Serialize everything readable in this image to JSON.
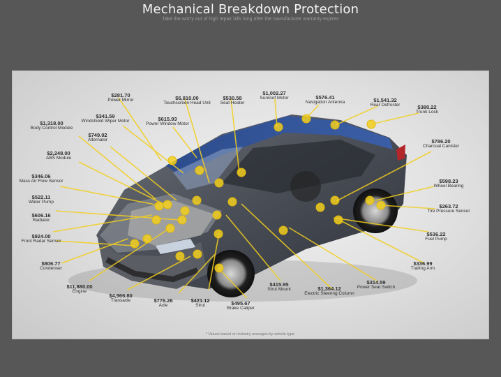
{
  "header": {
    "title": "Mechanical Breakdown Protection",
    "subtitle": "Take the worry out of high repair bills long after the manufacturer warranty expires"
  },
  "colors": {
    "background": "#575757",
    "accent_yellow": "#f2cf1f",
    "label_text": "#2e2e2e"
  },
  "parts": [
    {
      "price": "$281.70",
      "name": "Power Mirror"
    },
    {
      "price": "$6,810.00",
      "name": "Touchscreen Head Unit"
    },
    {
      "price": "$530.58",
      "name": "Seat Heater"
    },
    {
      "price": "$1,002.27",
      "name": "Sunroof Motor"
    },
    {
      "price": "$576.41",
      "name": "Navigation Antenna"
    },
    {
      "price": "$1,541.32",
      "name": "Rear Defroster"
    },
    {
      "price": "$380.22",
      "name": "Trunk Lock"
    },
    {
      "price": "$341.59",
      "name": "Windshield Wiper Motor"
    },
    {
      "price": "$615.93",
      "name": "Power Window Motor"
    },
    {
      "price": "$1,318.00",
      "name": "Body Control Module"
    },
    {
      "price": "$749.02",
      "name": "Alternator"
    },
    {
      "price": "$2,248.00",
      "name": "ABS Module"
    },
    {
      "price": "$346.06",
      "name": "Mass Air Flow Sensor"
    },
    {
      "price": "$522.11",
      "name": "Water Pump"
    },
    {
      "price": "$606.16",
      "name": "Radiator"
    },
    {
      "price": "$924.00",
      "name": "Front Radar Sensor"
    },
    {
      "price": "$806.77",
      "name": "Condenser"
    },
    {
      "price": "$11,880.00",
      "name": "Engine"
    },
    {
      "price": "$4,966.80",
      "name": "Transaxle"
    },
    {
      "price": "$776.26",
      "name": "Axle"
    },
    {
      "price": "$421.12",
      "name": "Strut"
    },
    {
      "price": "$495.67",
      "name": "Brake Caliper"
    },
    {
      "price": "$415.95",
      "name": "Strut Mount"
    },
    {
      "price": "$1,364.12",
      "name": "Electric Steering Column"
    },
    {
      "price": "$314.59",
      "name": "Power Seat Switch"
    },
    {
      "price": "$336.99",
      "name": "Trailing Arm"
    },
    {
      "price": "$536.22",
      "name": "Fuel Pump"
    },
    {
      "price": "$263.72",
      "name": "Tire Pressure Sensor"
    },
    {
      "price": "$598.23",
      "name": "Wheel Bearing"
    },
    {
      "price": "$786.20",
      "name": "Charcoal Canister"
    }
  ],
  "footnote": "* Values based on industry averages by vehicle type."
}
